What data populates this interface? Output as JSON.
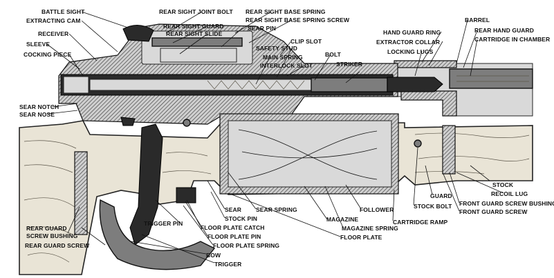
{
  "labels": {
    "battle_sight": "BATTLE SIGHT",
    "extracting_cam": "EXTRACTING CAM",
    "receiver": "RECEIVER",
    "sleeve": "SLEEVE",
    "cocking_piece": "COCKING PIECE",
    "rear_sight_joint_bolt": "REAR SIGHT JOINT BOLT",
    "rear_sight_guard": "REAR SIGHT GUARD",
    "rear_sight_slide": "REAR SIGHT SLIDE",
    "rear_sight_base_spring": "REAR SIGHT BASE SPRING",
    "rear_sight_base_spring_screw": "REAR SIGHT BASE SPRING SCREW",
    "sear_pin": "SEAR PIN",
    "clip_slot": "CLIP SLOT",
    "safety_stud": "SAFETY STUD",
    "main_spring": "MAIN SPRING",
    "bolt": "BOLT",
    "interlock_slot": "INTERLOCK SLOT",
    "striker": "STRIKER",
    "hand_guard_ring": "HAND GUARD RING",
    "extractor_collar": "EXTRACTOR COLLAR",
    "locking_lugs": "LOCKING LUGS",
    "barrel": "BARREL",
    "rear_hand_guard": "REAR HAND GUARD",
    "cartridge_in_chamber": "CARTRIDGE IN CHAMBER",
    "sear_notch": "SEAR NOTCH",
    "sear_nose": "SEAR NOSE",
    "stock": "STOCK",
    "recoil_lug": "RECOIL LUG",
    "guard": "GUARD",
    "front_guard_screw_bushing": "FRONT GUARD SCREW BUSHING",
    "front_guard_screw": "FRONT GUARD SCREW",
    "stock_bolt": "STOCK BOLT",
    "follower": "FOLLOWER",
    "magazine": "MAGAZINE",
    "magazine_spring": "MAGAZINE SPRING",
    "cartridge_ramp": "CARTRIDGE RAMP",
    "floor_plate": "FLOOR PLATE",
    "sear": "SEAR",
    "sear_spring": "SEAR SPRING",
    "stock_pin": "STOCK PIN",
    "floor_plate_catch": "FLOOR PLATE CATCH",
    "floor_plate_pin": "FLOOR PLATE PIN",
    "floor_plate_spring": "FLOOR PLATE SPRING",
    "trigger_pin": "TRIGGER PIN",
    "bow": "BOW",
    "trigger": "TRIGGER",
    "rear_guard_screw_bushing": "REAR GUARD\nSCREW BUSHING",
    "rear_guard_screw": "REAR GUARD SCREW"
  }
}
